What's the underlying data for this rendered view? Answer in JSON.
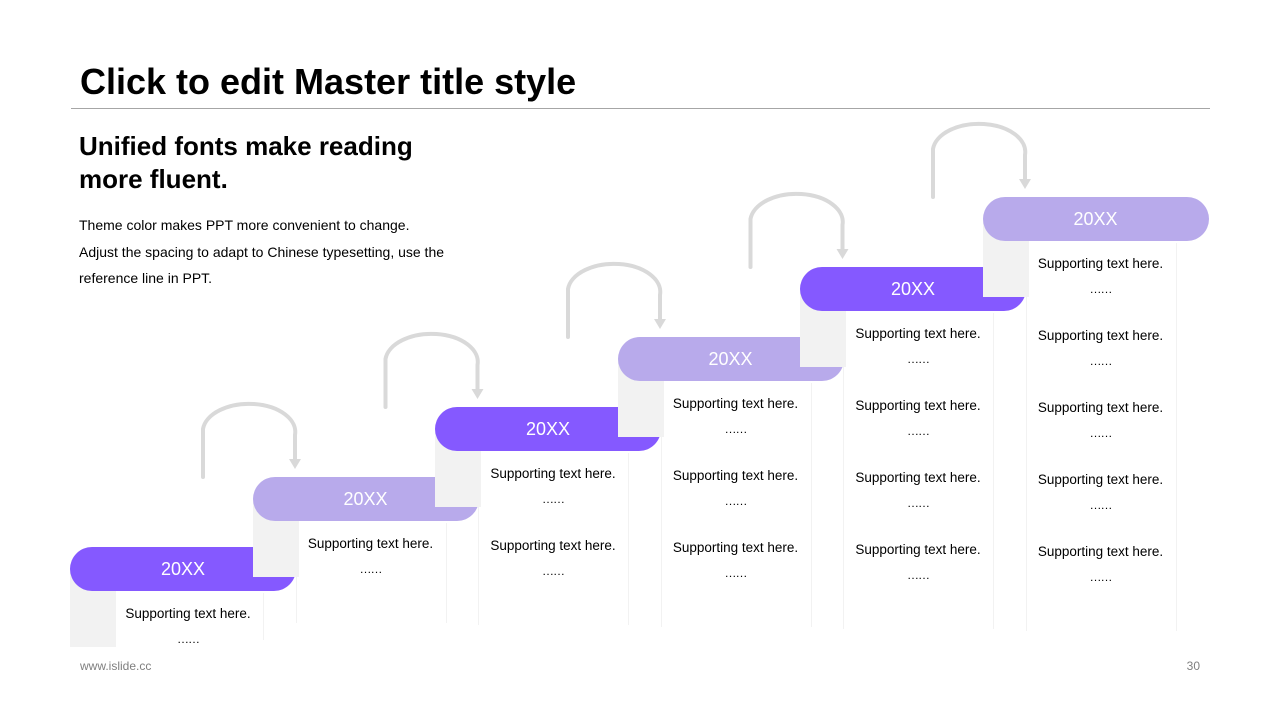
{
  "title": "Click to edit Master title style",
  "subtitle": "Unified fonts make reading more fluent.",
  "body_lines": [
    "Theme color makes PPT more convenient to change.",
    "Adjust the spacing to adapt to Chinese typesetting, use the",
    "reference line in PPT."
  ],
  "steps": [
    {
      "label": "20XX",
      "items": [
        {
          "text": "Supporting text here.",
          "dots": "……"
        }
      ]
    },
    {
      "label": "20XX",
      "items": [
        {
          "text": "Supporting text here.",
          "dots": "……"
        }
      ]
    },
    {
      "label": "20XX",
      "items": [
        {
          "text": "Supporting text here.",
          "dots": "……"
        },
        {
          "text": "Supporting text here.",
          "dots": "……"
        }
      ]
    },
    {
      "label": "20XX",
      "items": [
        {
          "text": "Supporting text here.",
          "dots": "……"
        },
        {
          "text": "Supporting text here.",
          "dots": "……"
        },
        {
          "text": "Supporting text here.",
          "dots": "……"
        }
      ]
    },
    {
      "label": "20XX",
      "items": [
        {
          "text": "Supporting text here.",
          "dots": "……"
        },
        {
          "text": "Supporting text here.",
          "dots": "……"
        },
        {
          "text": "Supporting text here.",
          "dots": "……"
        },
        {
          "text": "Supporting text here.",
          "dots": "……"
        }
      ]
    },
    {
      "label": "20XX",
      "items": [
        {
          "text": "Supporting text here.",
          "dots": "……"
        },
        {
          "text": "Supporting text here.",
          "dots": "……"
        },
        {
          "text": "Supporting text here.",
          "dots": "……"
        },
        {
          "text": "Supporting text here.",
          "dots": "……"
        },
        {
          "text": "Supporting text here.",
          "dots": "……"
        }
      ]
    }
  ],
  "footer": {
    "url": "www.islide.cc",
    "page": "30"
  },
  "colors": {
    "accent_dark": "#8559FF",
    "accent_light": "#B8AAEB",
    "arrow": "#D9D9D9"
  }
}
